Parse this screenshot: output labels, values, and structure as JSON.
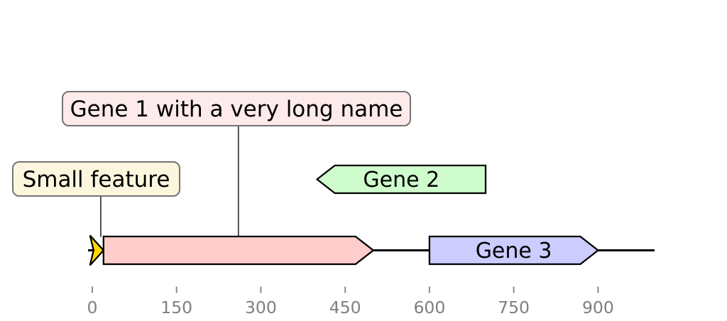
{
  "chart_data": {
    "type": "genomic-feature-map",
    "title": "",
    "xlabel": "",
    "ylabel": "",
    "sequence_length": 1000,
    "xlim": [
      -50,
      1050
    ],
    "grid": false,
    "legend_position": "none",
    "axis": {
      "ticks": [
        0,
        150,
        300,
        450,
        600,
        750,
        900
      ],
      "tick_label_color": "#7f7f7f",
      "tick_mark_color": "#8a8a8a"
    },
    "baseline_color": "#000000",
    "features": [
      {
        "id": "small-feature",
        "label": "Small feature",
        "start": 10,
        "end": 20,
        "strand": 1,
        "level": 0,
        "color": "#ffd700",
        "outline": "#000000",
        "label_placement": "callout",
        "callout_fill": "#fcf6de"
      },
      {
        "id": "gene-1",
        "label": "Gene 1 with a very long name",
        "start": 20,
        "end": 500,
        "strand": 1,
        "level": 0,
        "color": "#ffcccc",
        "outline": "#000000",
        "label_placement": "callout",
        "callout_fill": "#fdeaea"
      },
      {
        "id": "gene-2",
        "label": "Gene 2",
        "start": 400,
        "end": 700,
        "strand": -1,
        "level": 1,
        "color": "#cffccc",
        "outline": "#000000",
        "label_placement": "inside",
        "callout_fill": null
      },
      {
        "id": "gene-3",
        "label": "Gene 3",
        "start": 600,
        "end": 900,
        "strand": 1,
        "level": 0,
        "color": "#ccccff",
        "outline": "#000000",
        "label_placement": "inside",
        "callout_fill": null
      }
    ],
    "styles": {
      "feature_text_color": "#000000",
      "callout_text_color": "#000000",
      "callout_border_color": "#737373",
      "leader_line_color": "#3d3d3d"
    }
  }
}
